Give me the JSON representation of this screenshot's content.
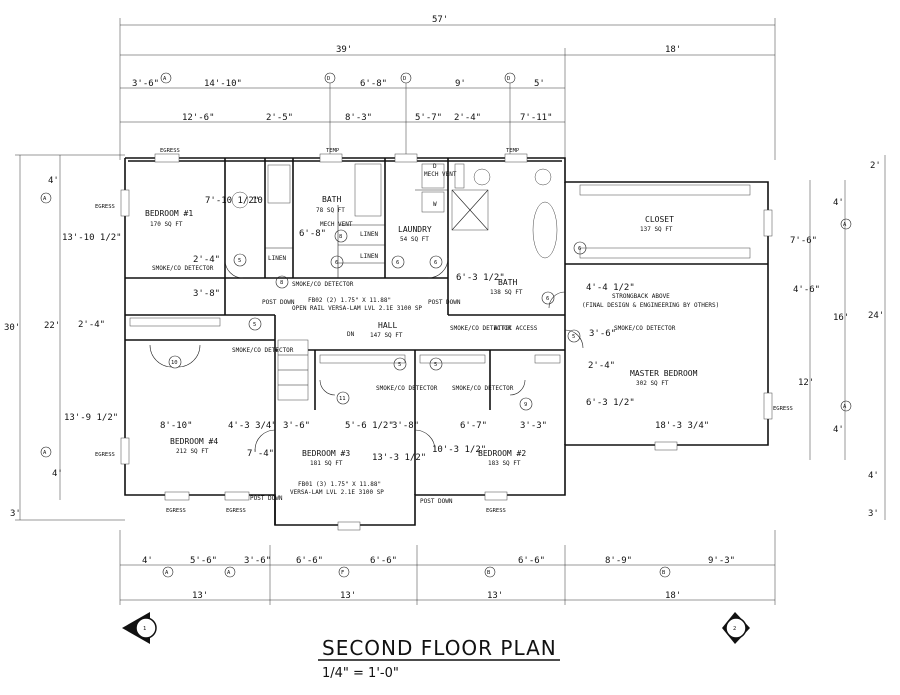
{
  "title": "SECOND FLOOR PLAN",
  "scale": "1/4\" = 1'-0\"",
  "overall_dims": {
    "total_width": "57'",
    "left_width": "39'",
    "right_width": "18'"
  },
  "top_dims_row1": [
    "3'-6\"",
    "14'-10\"",
    "6'-8\"",
    "9'",
    "5'"
  ],
  "top_dims_row2": [
    "12'-6\"",
    "2'-5\"",
    "8'-3\"",
    "5'-7\"",
    "2'-4\"",
    "7'-11\""
  ],
  "bottom_dims_row1": [
    "4'",
    "5'-6\"",
    "3'-6\"",
    "6'-6\"",
    "6'-6\"",
    "6'-6\"",
    "8'-9\"",
    "9'-3\""
  ],
  "bottom_dims_row2": [
    "13'",
    "13'",
    "13'",
    "18'"
  ],
  "left_dims": [
    "4'",
    "13'-10 1/2\"",
    "2'-4\"",
    "13'-9 1/2\"",
    "4'",
    "3'",
    "30'",
    "22'"
  ],
  "right_dims": [
    "2'",
    "4'",
    "7'-6\"",
    "4'-6\"",
    "16'",
    "24'",
    "12'",
    "4'",
    "4'",
    "3'"
  ],
  "section_markers": [
    "A",
    "A",
    "D",
    "D",
    "D",
    "A",
    "A",
    "A",
    "A",
    "F",
    "B",
    "B",
    "A"
  ],
  "rooms": [
    {
      "name": "BEDROOM #1",
      "area": "170 SQ FT"
    },
    {
      "name": "BATH",
      "area": "78 SQ FT"
    },
    {
      "name": "LAUNDRY",
      "area": "54 SQ FT"
    },
    {
      "name": "CLOSET",
      "area": "137 SQ FT"
    },
    {
      "name": "BATH",
      "area": "138 SQ FT"
    },
    {
      "name": "HALL",
      "area": "147 SQ FT"
    },
    {
      "name": "MASTER BEDROOM",
      "area": "302 SQ FT"
    },
    {
      "name": "BEDROOM #4",
      "area": "212 SQ FT"
    },
    {
      "name": "BEDROOM #3",
      "area": "181 SQ FT"
    },
    {
      "name": "BEDROOM #2",
      "area": "183 SQ FT"
    }
  ],
  "notes": {
    "mech_vent_bath": "MECH VENT",
    "mech_vent_laundry": "MECH VENT",
    "linen": "LINEN",
    "smoke_co": "SMOKE/CO DETECTOR",
    "post_down": "POST DOWN",
    "beam_upper": "FB02 (2) 1.75\" X 11.88\"",
    "beam_upper_2": "OPEN RAIL VERSA-LAM LVL 2.1E 3100 SP",
    "beam_lower": "FB01 (3) 1.75\" X 11.88\"",
    "beam_lower_2": "VERSA-LAM LVL 2.1E 3100 SP",
    "strongback": "STRONGBACK ABOVE",
    "strongback_2": "(FINAL DESIGN & ENGINEERING BY OTHERS)",
    "attic": "ATTIC ACCESS",
    "egress": "EGRESS",
    "temp": "TEMP",
    "dn": "DN",
    "fixture_w": "W",
    "fixture_d": "D"
  },
  "interior_dims": {
    "bed1_a": "7'-10 1/2\"",
    "bed1_b": "10",
    "bed1_c": "2'-4\"",
    "bed1_d": "3'-8\"",
    "bath_a": "6'-8\"",
    "bath_b": "6'-3 1/2\"",
    "closet_a": "4'-4 1/2\"",
    "master_a": "3'-6\"",
    "master_b": "2'-4\"",
    "master_c": "6'-3 1/2\"",
    "master_d": "18'-3 3/4\"",
    "bed4_a": "8'-10\"",
    "bed4_b": "4'-3 3/4\"",
    "bed4_c": "7'-4\"",
    "bed3_a": "3'-6\"",
    "bed3_b": "5'-6 1/2\"",
    "bed3_c": "3'-8\"",
    "bed3_d": "13'-3 1/2\"",
    "bed2_a": "6'-7\"",
    "bed2_b": "3'-3\"",
    "bed2_c": "10'-3 1/2\""
  },
  "tags": [
    "5",
    "6",
    "8",
    "10",
    "11",
    "9"
  ],
  "section_cuts": [
    "1",
    "2"
  ]
}
